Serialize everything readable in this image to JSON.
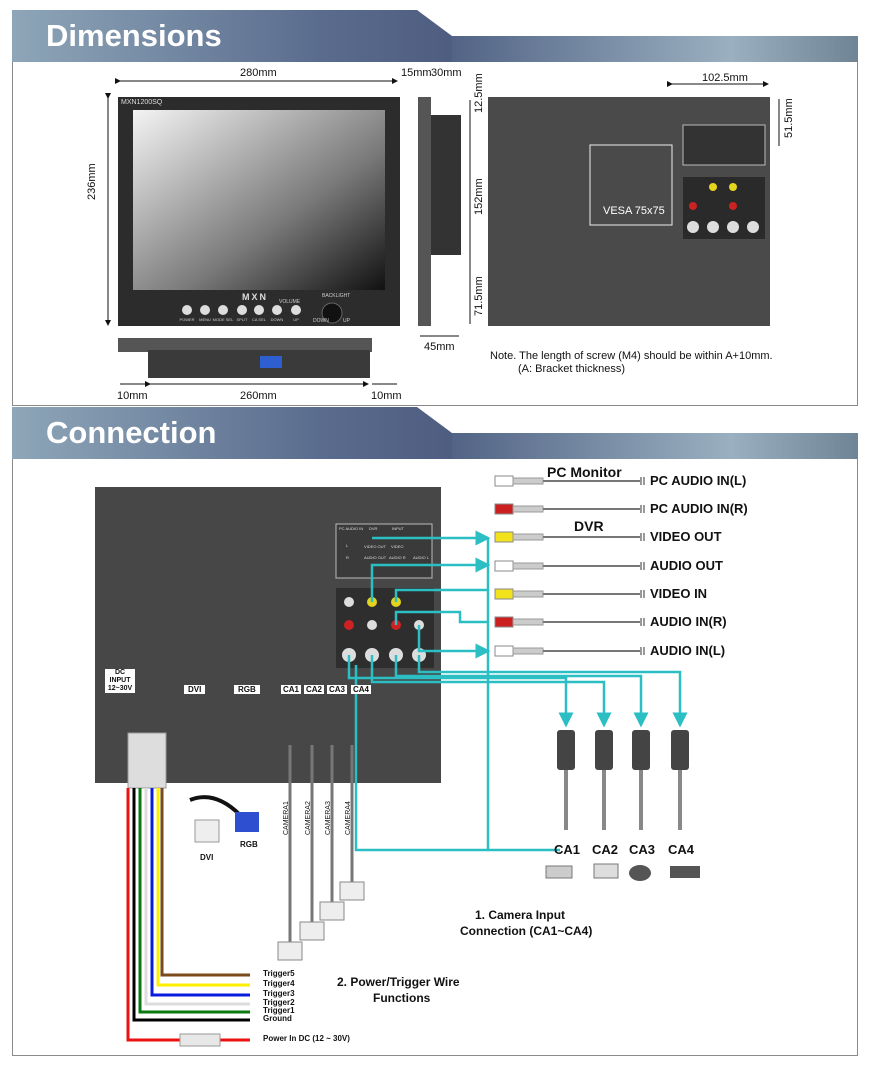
{
  "sections": {
    "dimensions_title": "Dimensions",
    "connection_title": "Connection"
  },
  "dimensions": {
    "model_label": "MXN1200SQ",
    "brand_logo": "MXN",
    "width": "280mm",
    "height": "236mm",
    "depth_front": "15mm",
    "depth_back": "30mm",
    "top_offset": "12.5mm",
    "mid_height": "152mm",
    "bottom_offset": "71.5mm",
    "total_depth": "45mm",
    "vesa_offset_x": "102.5mm",
    "vesa_offset_y": "51.5mm",
    "vesa_label": "VESA 75x75",
    "bottom_left": "10mm",
    "bottom_mid": "260mm",
    "bottom_right": "10mm",
    "front_buttons": [
      "POWER",
      "MENU",
      "MODE SEL",
      "SPLIT",
      "CA SEL",
      "DOWN",
      "UP"
    ],
    "volume_label": "VOLUME",
    "backlight_label": "BACKLIGHT",
    "backlight_down": "DOWN",
    "backlight_up": "UP",
    "note_line1": "Note. The length of screw (M4) should be within A+10mm.",
    "note_line2": "(A: Bracket thickness)"
  },
  "connection": {
    "panel_labels": {
      "dc_input": "DC INPUT 12~30V",
      "dvi": "DVI",
      "rgb": "RGB",
      "ca1": "CA1",
      "ca2": "CA2",
      "ca3": "CA3",
      "ca4": "CA4"
    },
    "jack_panel": {
      "pc_audio_in": "PC AUDIO IN",
      "dvr": "DVR",
      "input": "INPUT",
      "l": "L",
      "r": "R",
      "video_out": "VIDEO OUT",
      "audio_out": "AUDIO OUT",
      "video": "VIDEO",
      "audio_r": "AUDIO R",
      "audio_l": "AUDIO L"
    },
    "group_pc": "PC Monitor",
    "group_dvr": "DVR",
    "plugs": [
      {
        "label": "PC AUDIO IN(L)",
        "color": "#ffffff"
      },
      {
        "label": "PC AUDIO IN(R)",
        "color": "#cc1f1f"
      },
      {
        "label": "VIDEO OUT",
        "color": "#f2e21b"
      },
      {
        "label": "AUDIO OUT",
        "color": "#ffffff"
      },
      {
        "label": "VIDEO IN",
        "color": "#f2e21b"
      },
      {
        "label": "AUDIO IN(R)",
        "color": "#cc1f1f"
      },
      {
        "label": "AUDIO IN(L)",
        "color": "#ffffff"
      }
    ],
    "cameras": [
      "CA1",
      "CA2",
      "CA3",
      "CA4"
    ],
    "camera_cables": [
      "CAMERA1",
      "CAMERA2",
      "CAMERA3",
      "CAMERA4"
    ],
    "cable_dvi": "DVI",
    "cable_rgb": "RGB",
    "camera_caption_1": "1. Camera Input",
    "camera_caption_2": "Connection (CA1~CA4)",
    "power_caption_1": "2. Power/Trigger Wire",
    "power_caption_2": "Functions",
    "wires": [
      {
        "label": "Trigger5",
        "color": "#7a4a1a"
      },
      {
        "label": "Trigger4",
        "color": "#ffee00"
      },
      {
        "label": "Trigger3",
        "color": "#0a1be0"
      },
      {
        "label": "Trigger2",
        "color": "#f4f4e4"
      },
      {
        "label": "Trigger1",
        "color": "#0a7a10"
      },
      {
        "label": "Ground",
        "color": "#000000"
      },
      {
        "label": "Power In DC (12 ~ 30V)",
        "color": "#ee1111"
      }
    ],
    "accent_color": "#2bbfc4"
  }
}
